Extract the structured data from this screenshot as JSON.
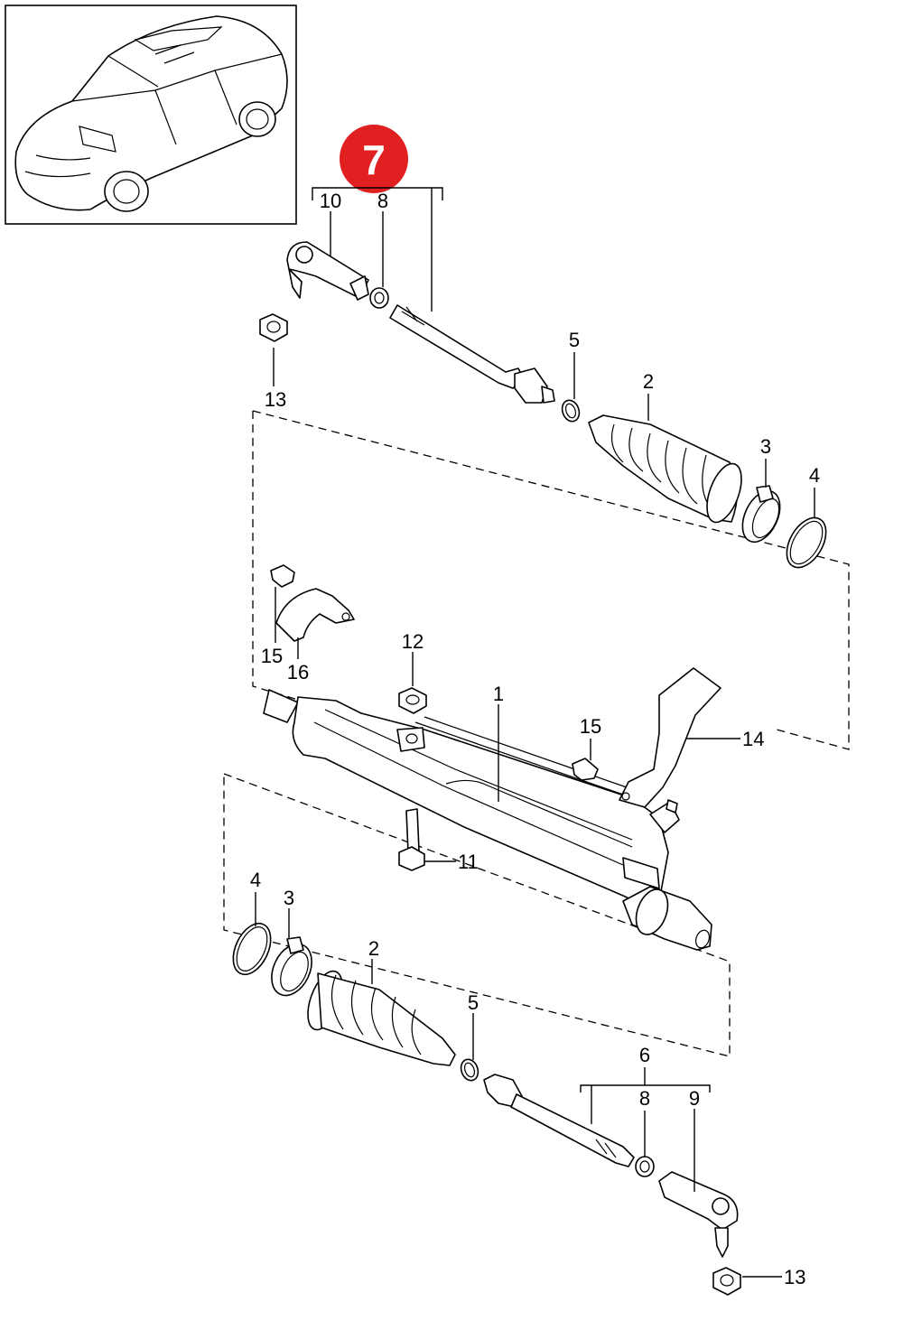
{
  "badge": {
    "text": "7",
    "color": "#e02020"
  },
  "labels": [
    {
      "id": "callout-10-top",
      "text": "10"
    },
    {
      "id": "callout-8-top",
      "text": "8"
    },
    {
      "id": "callout-13-top",
      "text": "13"
    },
    {
      "id": "callout-5-top",
      "text": "5"
    },
    {
      "id": "callout-2-top",
      "text": "2"
    },
    {
      "id": "callout-3-top",
      "text": "3"
    },
    {
      "id": "callout-4-top",
      "text": "4"
    },
    {
      "id": "callout-15-left",
      "text": "15"
    },
    {
      "id": "callout-16",
      "text": "16"
    },
    {
      "id": "callout-12",
      "text": "12"
    },
    {
      "id": "callout-1",
      "text": "1"
    },
    {
      "id": "callout-15-right",
      "text": "15"
    },
    {
      "id": "callout-14",
      "text": "14"
    },
    {
      "id": "callout-11",
      "text": "11"
    },
    {
      "id": "callout-4-bottom",
      "text": "4"
    },
    {
      "id": "callout-3-bottom",
      "text": "3"
    },
    {
      "id": "callout-2-bottom",
      "text": "2"
    },
    {
      "id": "callout-5-bottom",
      "text": "5"
    },
    {
      "id": "callout-6",
      "text": "6"
    },
    {
      "id": "callout-8-bottom",
      "text": "8"
    },
    {
      "id": "callout-9",
      "text": "9"
    },
    {
      "id": "callout-13-bottom",
      "text": "13"
    }
  ]
}
